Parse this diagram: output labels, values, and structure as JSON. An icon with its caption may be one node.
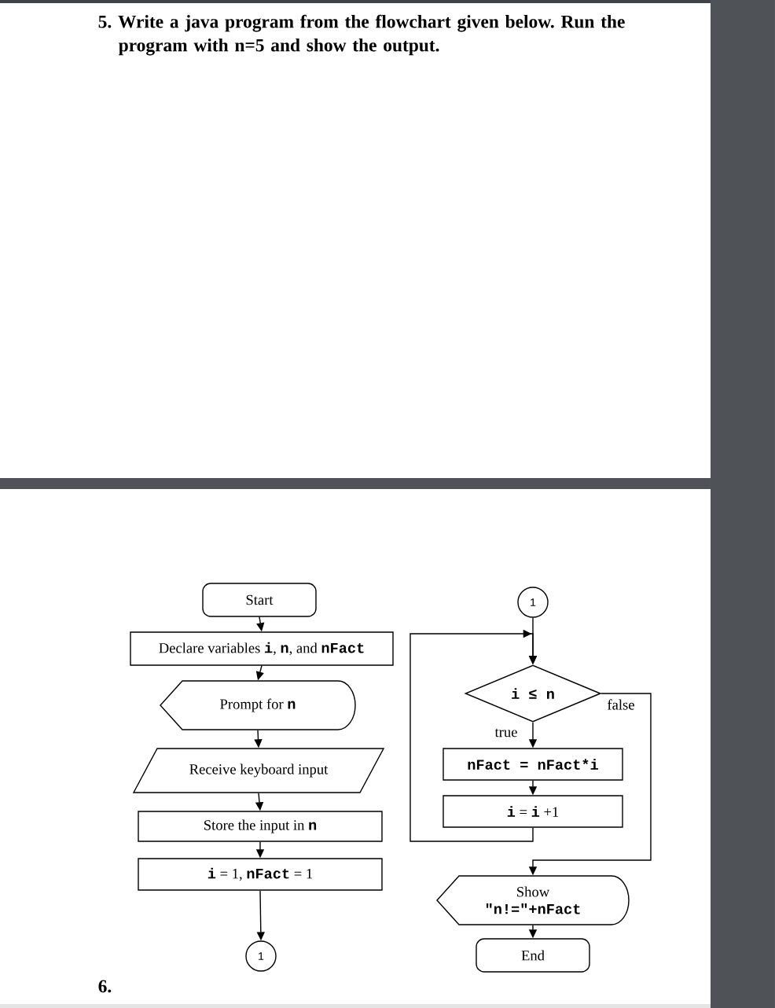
{
  "diagram": {
    "title": "5. Write a java program from the flowchart given below. Run the program with n=5 and show the output.",
    "nodes": [
      {
        "text": [
          "Start"
        ]
      },
      {
        "text": [
          "Declare variables **i**, **n**, and **nFact**"
        ]
      },
      {
        "text": [
          "Prompt for **n**"
        ]
      },
      {
        "text": [
          "Receive keyboard input"
        ]
      },
      {
        "text": [
          "Store the input in **n**"
        ]
      },
      {
        "text": [
          "**i** = 1, **nFact** = 1"
        ]
      },
      {
        "text": [
          "1"
        ]
      },
      {
        "text": [
          "1"
        ]
      },
      {
        "text": [
          "i ≤ n"
        ]
      },
      {
        "text": [
          "nFact = nFact*i"
        ]
      },
      {
        "text": [
          "**i** = **i** +1"
        ]
      },
      {
        "text": [
          "Show **\"n!=\"+nFact**"
        ]
      },
      {
        "text": [
          "End"
        ]
      }
    ],
    "edges": [
      {
        "from": 0,
        "to": 1,
        "arrow": "to"
      },
      {
        "from": 1,
        "to": 2,
        "arrow": "to"
      },
      {
        "from": 2,
        "to": 3,
        "arrow": "to"
      },
      {
        "from": 3,
        "to": 4,
        "arrow": "to"
      },
      {
        "from": 4,
        "to": 5,
        "arrow": "to"
      },
      {
        "from": 5,
        "to": 6,
        "arrow": "to"
      },
      {
        "from": 7,
        "to": 8,
        "arrow": "to"
      },
      {
        "from": 8,
        "to": 9,
        "arrow": "to",
        "label": "true"
      },
      {
        "from": 9,
        "to": 10,
        "arrow": "to"
      },
      {
        "from": 10,
        "to": 8,
        "arrow": "to"
      },
      {
        "from": 8,
        "to": 11,
        "arrow": "to",
        "label": "false"
      },
      {
        "from": 11,
        "to": 12,
        "arrow": "to"
      }
    ],
    "labels": [
      "6."
    ]
  }
}
